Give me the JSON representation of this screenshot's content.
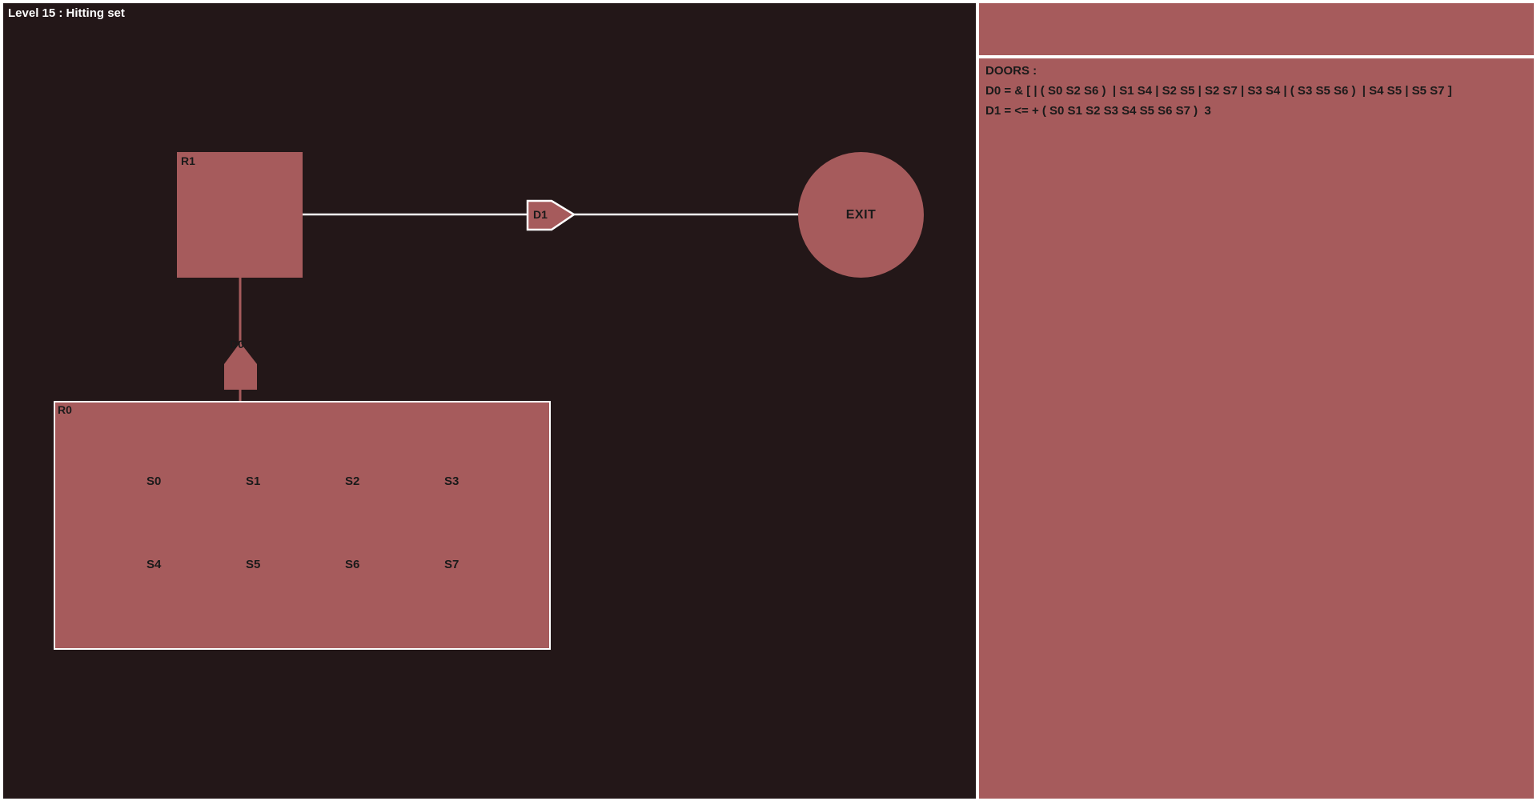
{
  "level": {
    "title": "Level 15 : Hitting set"
  },
  "rooms": {
    "r1": {
      "label": "R1"
    },
    "r0": {
      "label": "R0"
    }
  },
  "switches": [
    "S0",
    "S1",
    "S2",
    "S3",
    "S4",
    "S5",
    "S6",
    "S7"
  ],
  "doors": {
    "d0": {
      "label": "D0"
    },
    "d1": {
      "label": "D1"
    }
  },
  "exit": {
    "label": "EXIT"
  },
  "panel": {
    "heading": "DOORS :",
    "definitions": [
      "D0 = & [ | ( S0 S2 S6 )  | S1 S4 | S2 S5 | S2 S7 | S3 S4 | ( S3 S5 S6 )  | S4 S5 | S5 S7 ]",
      "D1 = <= + ( S0 S1 S2 S3 S4 S5 S6 S7 )  3"
    ]
  },
  "colors": {
    "background": "#231718",
    "room": "#a65b5c",
    "line": "#ffffff"
  }
}
